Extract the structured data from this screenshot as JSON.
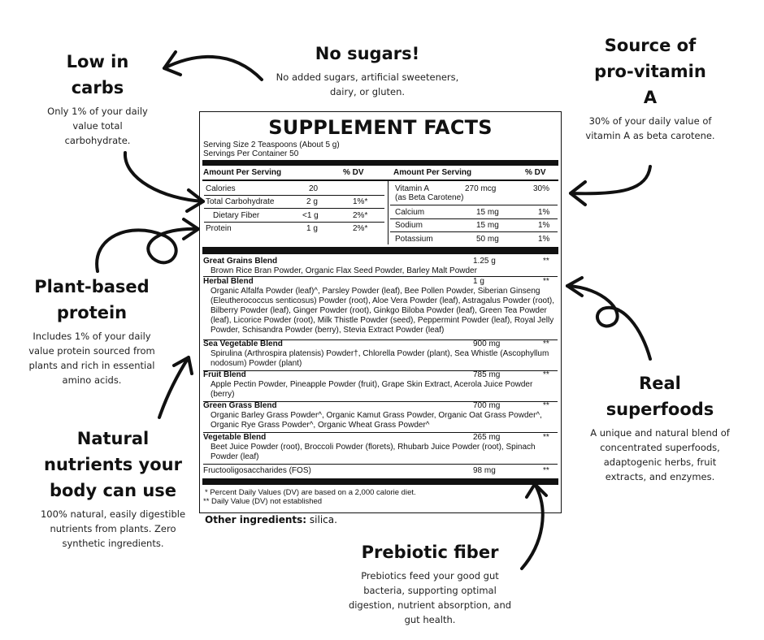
{
  "callouts": {
    "low_carbs": {
      "title": "Low in carbs",
      "body": "Only 1% of your daily value total carbohydrate."
    },
    "no_sugars": {
      "title": "No sugars!",
      "body": "No added sugars, artificial sweeteners, dairy, or gluten."
    },
    "pro_vitamin_a": {
      "title": "Source of pro-vitamin A",
      "body": "30% of your daily value of vitamin A as beta carotene."
    },
    "plant_protein": {
      "title": "Plant-based protein",
      "body": "Includes 1% of your daily value protein sourced from plants and rich in essential amino acids."
    },
    "natural_nutrients": {
      "title": "Natural nutrients your body can use",
      "body": "100% natural, easily digestible nutrients from plants. Zero synthetic ingredients."
    },
    "superfoods": {
      "title": "Real superfoods",
      "body": "A unique and natural blend of concentrated superfoods, adaptogenic herbs, fruit extracts, and enzymes."
    },
    "prebiotic": {
      "title": "Prebiotic fiber",
      "body": "Prebiotics feed your good gut bacteria, supporting optimal digestion, nutrient absorption, and gut health."
    }
  },
  "facts": {
    "title": "SUPPLEMENT FACTS",
    "serving_size": "Serving Size 2 Teaspoons (About 5 g)",
    "servings_per_container": "Servings Per Container 50",
    "amount_header": "Amount Per Serving",
    "dv_header": "% DV",
    "left_rows": [
      {
        "name": "Calories",
        "amount": "20",
        "dv": ""
      },
      {
        "name": "Total Carbohydrate",
        "amount": "2 g",
        "dv": "1%*"
      },
      {
        "name": "Dietary Fiber",
        "amount": "<1 g",
        "dv": "2%*"
      },
      {
        "name": "Protein",
        "amount": "1 g",
        "dv": "2%*"
      }
    ],
    "right_rows": [
      {
        "name": "Vitamin A",
        "sub": "(as Beta Carotene)",
        "amount": "270 mcg",
        "dv": "30%"
      },
      {
        "name": "Calcium",
        "amount": "15 mg",
        "dv": "1%"
      },
      {
        "name": "Sodium",
        "amount": "15 mg",
        "dv": "1%"
      },
      {
        "name": "Potassium",
        "amount": "50 mg",
        "dv": "1%"
      }
    ],
    "blends": [
      {
        "name": "Great Grains Blend",
        "amount": "1.25 g",
        "dv": "**",
        "ingredients": "Brown Rice Bran Powder, Organic Flax Seed Powder, Barley Malt Powder"
      },
      {
        "name": "Herbal Blend",
        "amount": "1 g",
        "dv": "**",
        "ingredients": "Organic Alfalfa Powder (leaf)^, Parsley Powder (leaf), Bee Pollen Powder, Siberian Ginseng (Eleutherococcus senticosus) Powder (root), Aloe Vera Powder (leaf), Astragalus Powder (root), Bilberry Powder (leaf), Ginger Powder (root), Ginkgo Biloba Powder (leaf), Green Tea Powder (leaf), Licorice Powder (root), Milk Thistle Powder (seed), Peppermint Powder (leaf), Royal Jelly Powder, Schisandra Powder (berry), Stevia Extract Powder (leaf)"
      },
      {
        "name": "Sea Vegetable Blend",
        "amount": "900 mg",
        "dv": "**",
        "ingredients": "Spirulina (Arthrospira platensis) Powder†, Chlorella Powder (plant), Sea Whistle (Ascophyllum nodosum) Powder (plant)"
      },
      {
        "name": "Fruit Blend",
        "amount": "785 mg",
        "dv": "**",
        "ingredients": "Apple Pectin Powder, Pineapple Powder (fruit), Grape Skin Extract, Acerola Juice Powder (berry)"
      },
      {
        "name": "Green Grass Blend",
        "amount": "700 mg",
        "dv": "**",
        "ingredients": "Organic Barley Grass Powder^, Organic Kamut Grass Powder, Organic Oat Grass Powder^, Organic Rye Grass Powder^, Organic Wheat Grass Powder^"
      },
      {
        "name": "Vegetable Blend",
        "amount": "265 mg",
        "dv": "**",
        "ingredients": "Beet Juice Powder (root), Broccoli Powder (florets), Rhubarb Juice Powder (root), Spinach Powder (leaf)"
      },
      {
        "name": "Fructooligosaccharides (FOS)",
        "amount": "98 mg",
        "dv": "**",
        "ingredients": ""
      }
    ],
    "footnote_1": "* Percent Daily Values (DV) are based on a 2,000 calorie diet.",
    "footnote_2": "** Daily Value (DV) not established"
  },
  "other_ingredients": {
    "label": "Other ingredients:",
    "value": "silica."
  }
}
